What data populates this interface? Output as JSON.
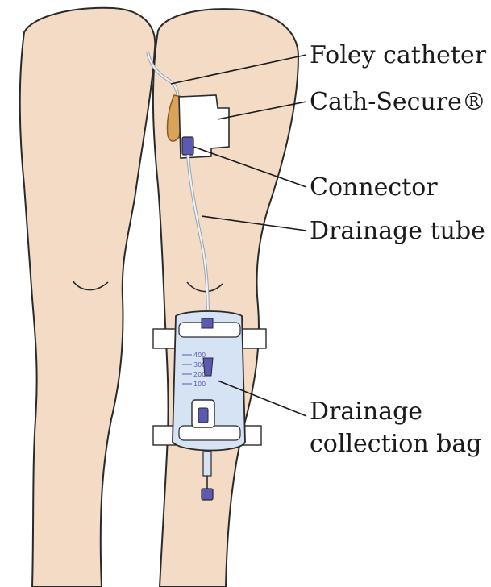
{
  "labels": {
    "foley_catheter": "Foley catheter",
    "cath_secure": "Cath-Secure®",
    "connector": "Connector",
    "drainage_tube": "Drainage tube",
    "bag_line1": "Drainage",
    "bag_line2": "collection bag"
  },
  "bag_scale": [
    "400",
    "300",
    "200",
    "100"
  ],
  "colors": {
    "skin": "#f3dbc6",
    "skin_shadow": "#e7c4a8",
    "outline": "#2a2a2a",
    "catheter": "#d9a35a",
    "connector": "#5b59b0",
    "bag": "#d6e3f4",
    "bag_band": "#ffffff"
  }
}
